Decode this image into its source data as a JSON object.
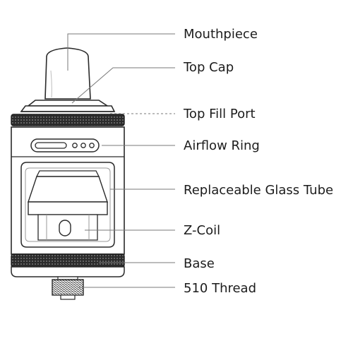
{
  "labels": {
    "mouthpiece": "Mouthpiece",
    "top_cap": "Top Cap",
    "top_fill_port": "Top Fill Port",
    "airflow_ring": "Airflow Ring",
    "replaceable_glass_tube": "Replaceable Glass Tube",
    "z_coil": "Z-Coil",
    "base": "Base",
    "thread": "510 Thread"
  },
  "colors": {
    "outline": "#2a2a2a",
    "knurl": "#1e1e1e",
    "label_text": "#1c1c1c",
    "leader_line": "#7a7a7a",
    "background": "#ffffff"
  }
}
